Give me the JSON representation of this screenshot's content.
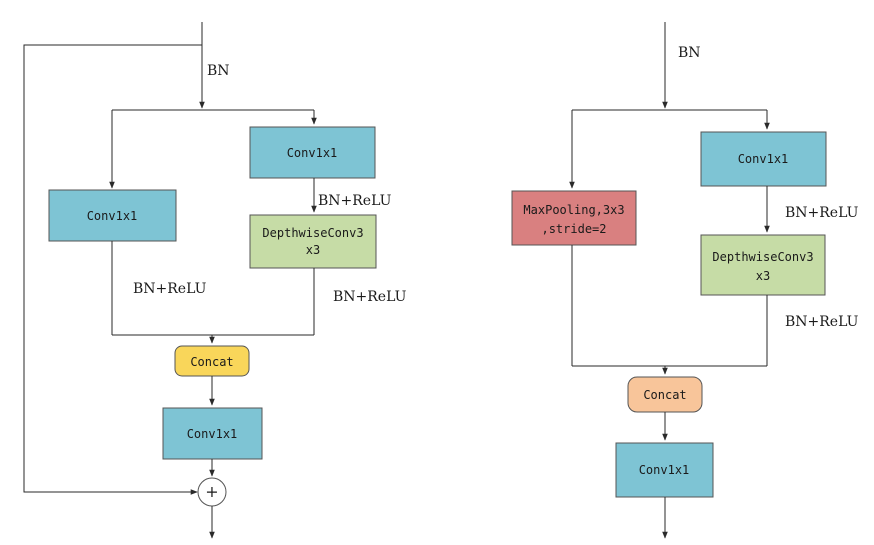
{
  "colors": {
    "conv": "#7ec4d4",
    "depthwise": "#c6dca6",
    "maxpool": "#d98080",
    "concat_left": "#f9d65a",
    "concat_right": "#f8c59a",
    "add_node": "#ffffff"
  },
  "left": {
    "input_label": "BN",
    "conv_a": "Conv1x1",
    "conv_b": "Conv1x1",
    "bn_relu_a": "BN+ReLU",
    "bn_relu_b1": "BN+ReLU",
    "depthwise_line1": "DepthwiseConv3",
    "depthwise_line2": "x3",
    "bn_relu_b2": "BN+ReLU",
    "concat": "Concat",
    "conv_out": "Conv1x1",
    "add_symbol": "+"
  },
  "right": {
    "input_label": "BN",
    "maxpool_line1": "MaxPooling,3x3",
    "maxpool_line2": ",stride=2",
    "conv_b": "Conv1x1",
    "bn_relu_b1": "BN+ReLU",
    "depthwise_line1": "DepthwiseConv3",
    "depthwise_line2": "x3",
    "bn_relu_b2": "BN+ReLU",
    "concat": "Concat",
    "conv_out": "Conv1x1"
  }
}
